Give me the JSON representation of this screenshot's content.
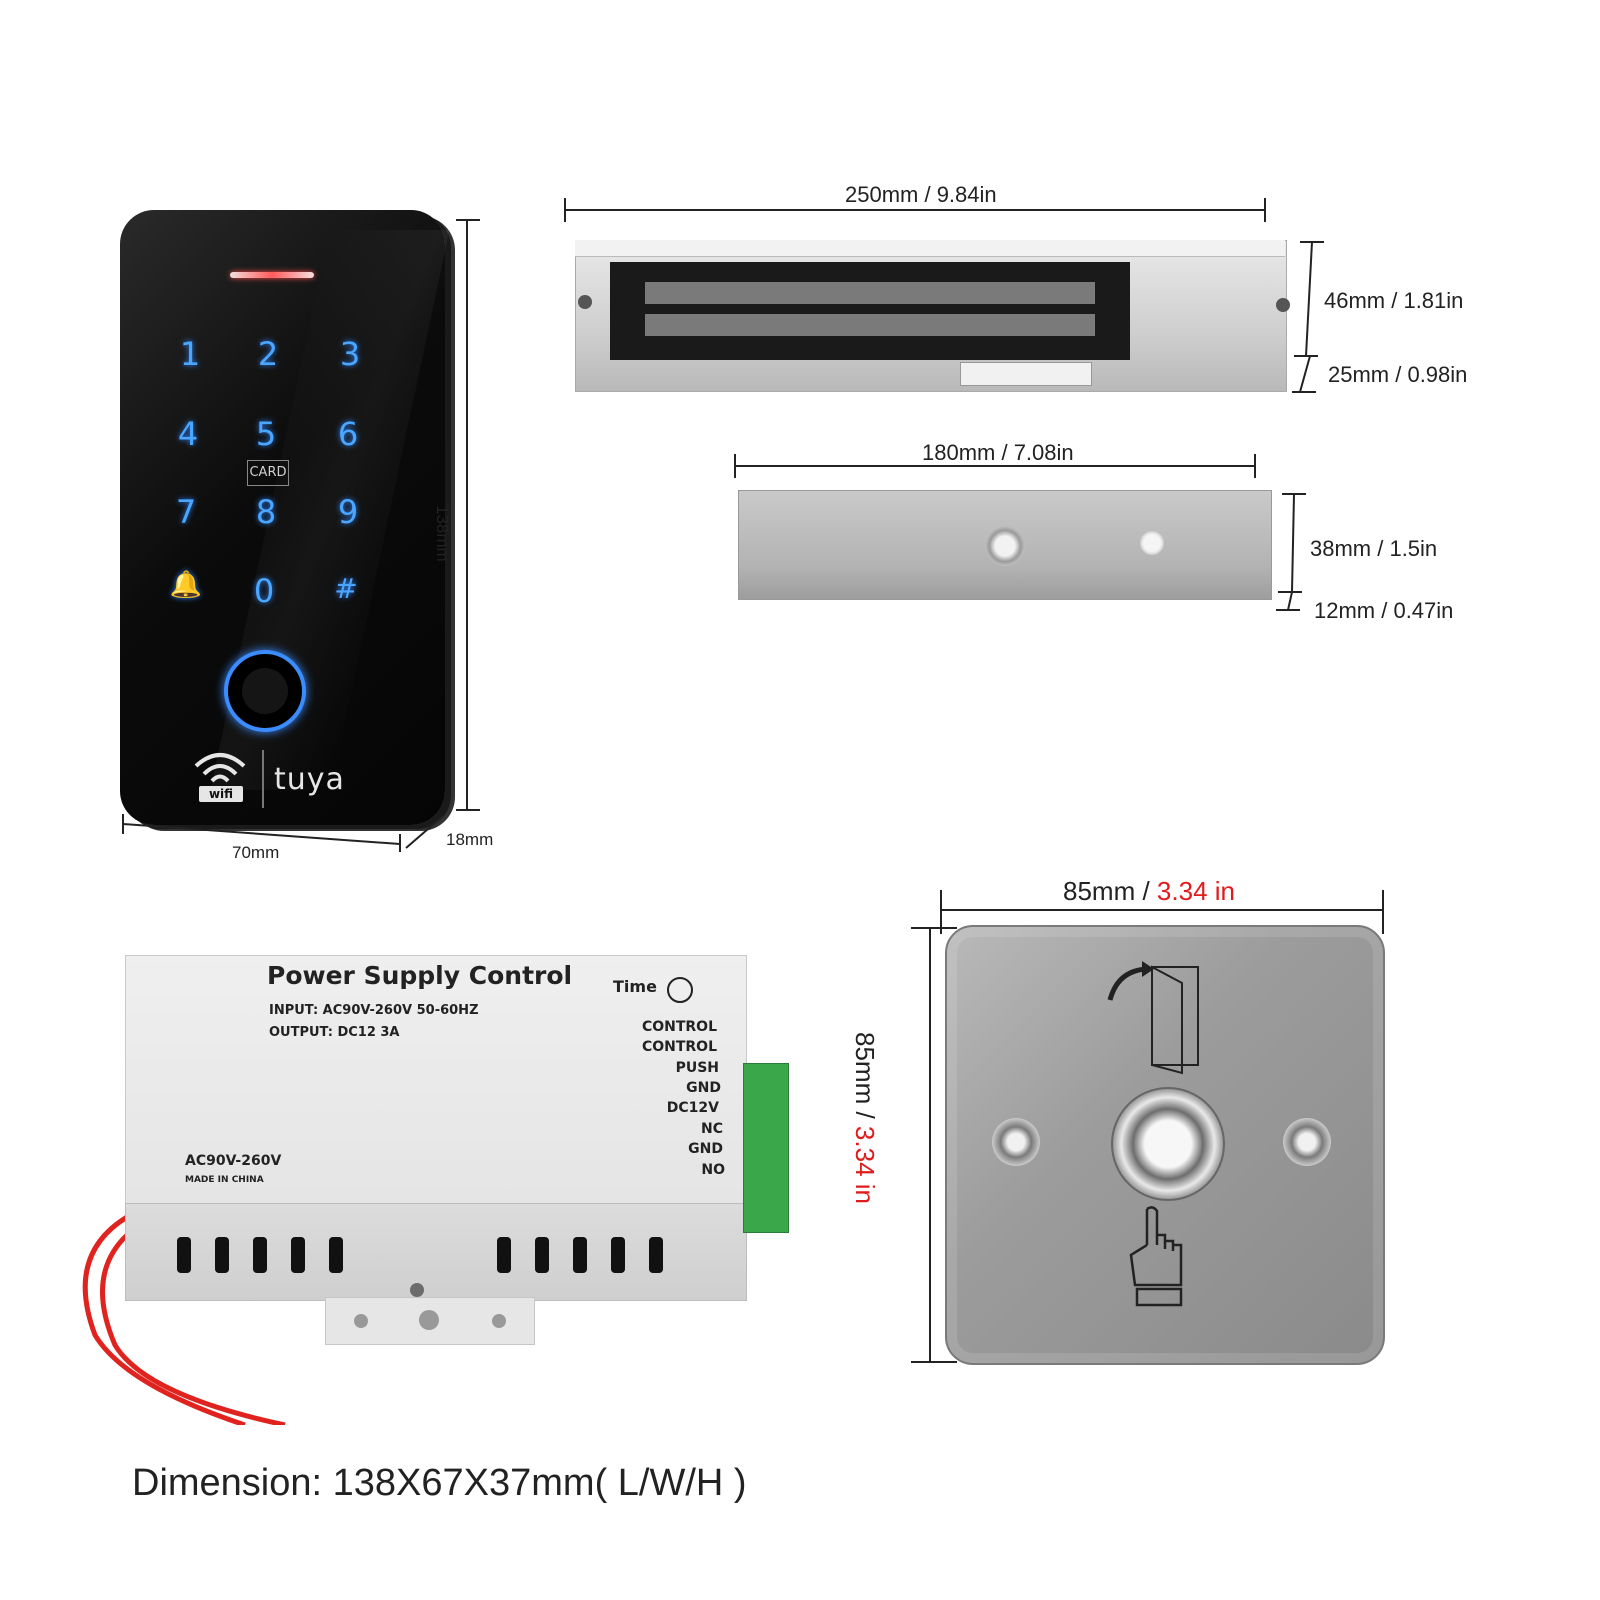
{
  "keypad": {
    "keys": [
      "1",
      "2",
      "3",
      "4",
      "5",
      "6",
      "7",
      "8",
      "9",
      "🔔",
      "0",
      "#"
    ],
    "card_label": "CARD",
    "wifi_label": "wifi",
    "brand": "tuya",
    "height_dim": "138mm",
    "width_dim": "70mm",
    "depth_dim": "18mm"
  },
  "maglock": {
    "length_dim": "250mm / 9.84in",
    "height_dim": "46mm / 1.81in",
    "depth_dim": "25mm / 0.98in"
  },
  "armature": {
    "length_dim": "180mm / 7.08in",
    "height_dim": "38mm / 1.5in",
    "depth_dim": "12mm / 0.47in"
  },
  "power_supply": {
    "title": "Power Supply Control",
    "input": "INPUT: AC90V-260V 50-60HZ",
    "output": "OUTPUT: DC12 3A",
    "time_label": "Time",
    "terminals": [
      "CONTROL",
      "CONTROL",
      "PUSH",
      "GND",
      "DC12V",
      "NC",
      "GND",
      "NO"
    ],
    "ac_label": "AC90V-260V",
    "made_in": "MADE IN CHINA",
    "dimension_caption": "Dimension: 138X67X37mm( L/W/H )"
  },
  "exit_button": {
    "width_mm": "85mm / ",
    "width_in": "3.34 in",
    "height_mm": "85mm / ",
    "height_in": "3.34 in"
  },
  "colors": {
    "key_blue": "#4aa6ff",
    "accent_red": "#e01b1b",
    "wire_red": "#e0231e",
    "terminal_green": "#3aa84a"
  }
}
